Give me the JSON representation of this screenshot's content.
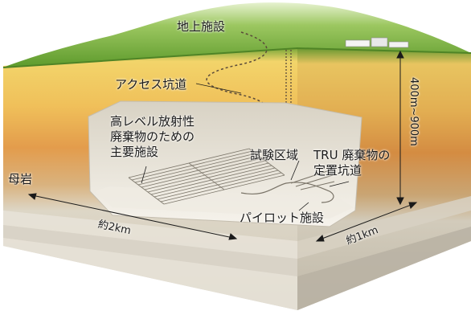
{
  "labels": {
    "surface_facility": "地上施設",
    "access_tunnel": "アクセス坑道",
    "hlw_main_facility": [
      "高レベル放射性",
      "廃棄物のための",
      "主要施設"
    ],
    "test_area": "試験区域",
    "tru_disposal_tunnel": [
      "TRU 廃棄物の",
      "定置坑道"
    ],
    "host_rock": "母岩",
    "pilot_facility": "パイロット施設",
    "width_length": "約2km",
    "depth_length": "約1km",
    "depth_range": "400m~900m"
  },
  "colors": {
    "grass": "#74ab3c",
    "soil_yellow": "#f0c45a",
    "soil_orange": "#e39a4a",
    "soil_tan": "#d8b07a",
    "rock_light": "#e6e0d4",
    "rock_grey": "#c8c2b4"
  }
}
